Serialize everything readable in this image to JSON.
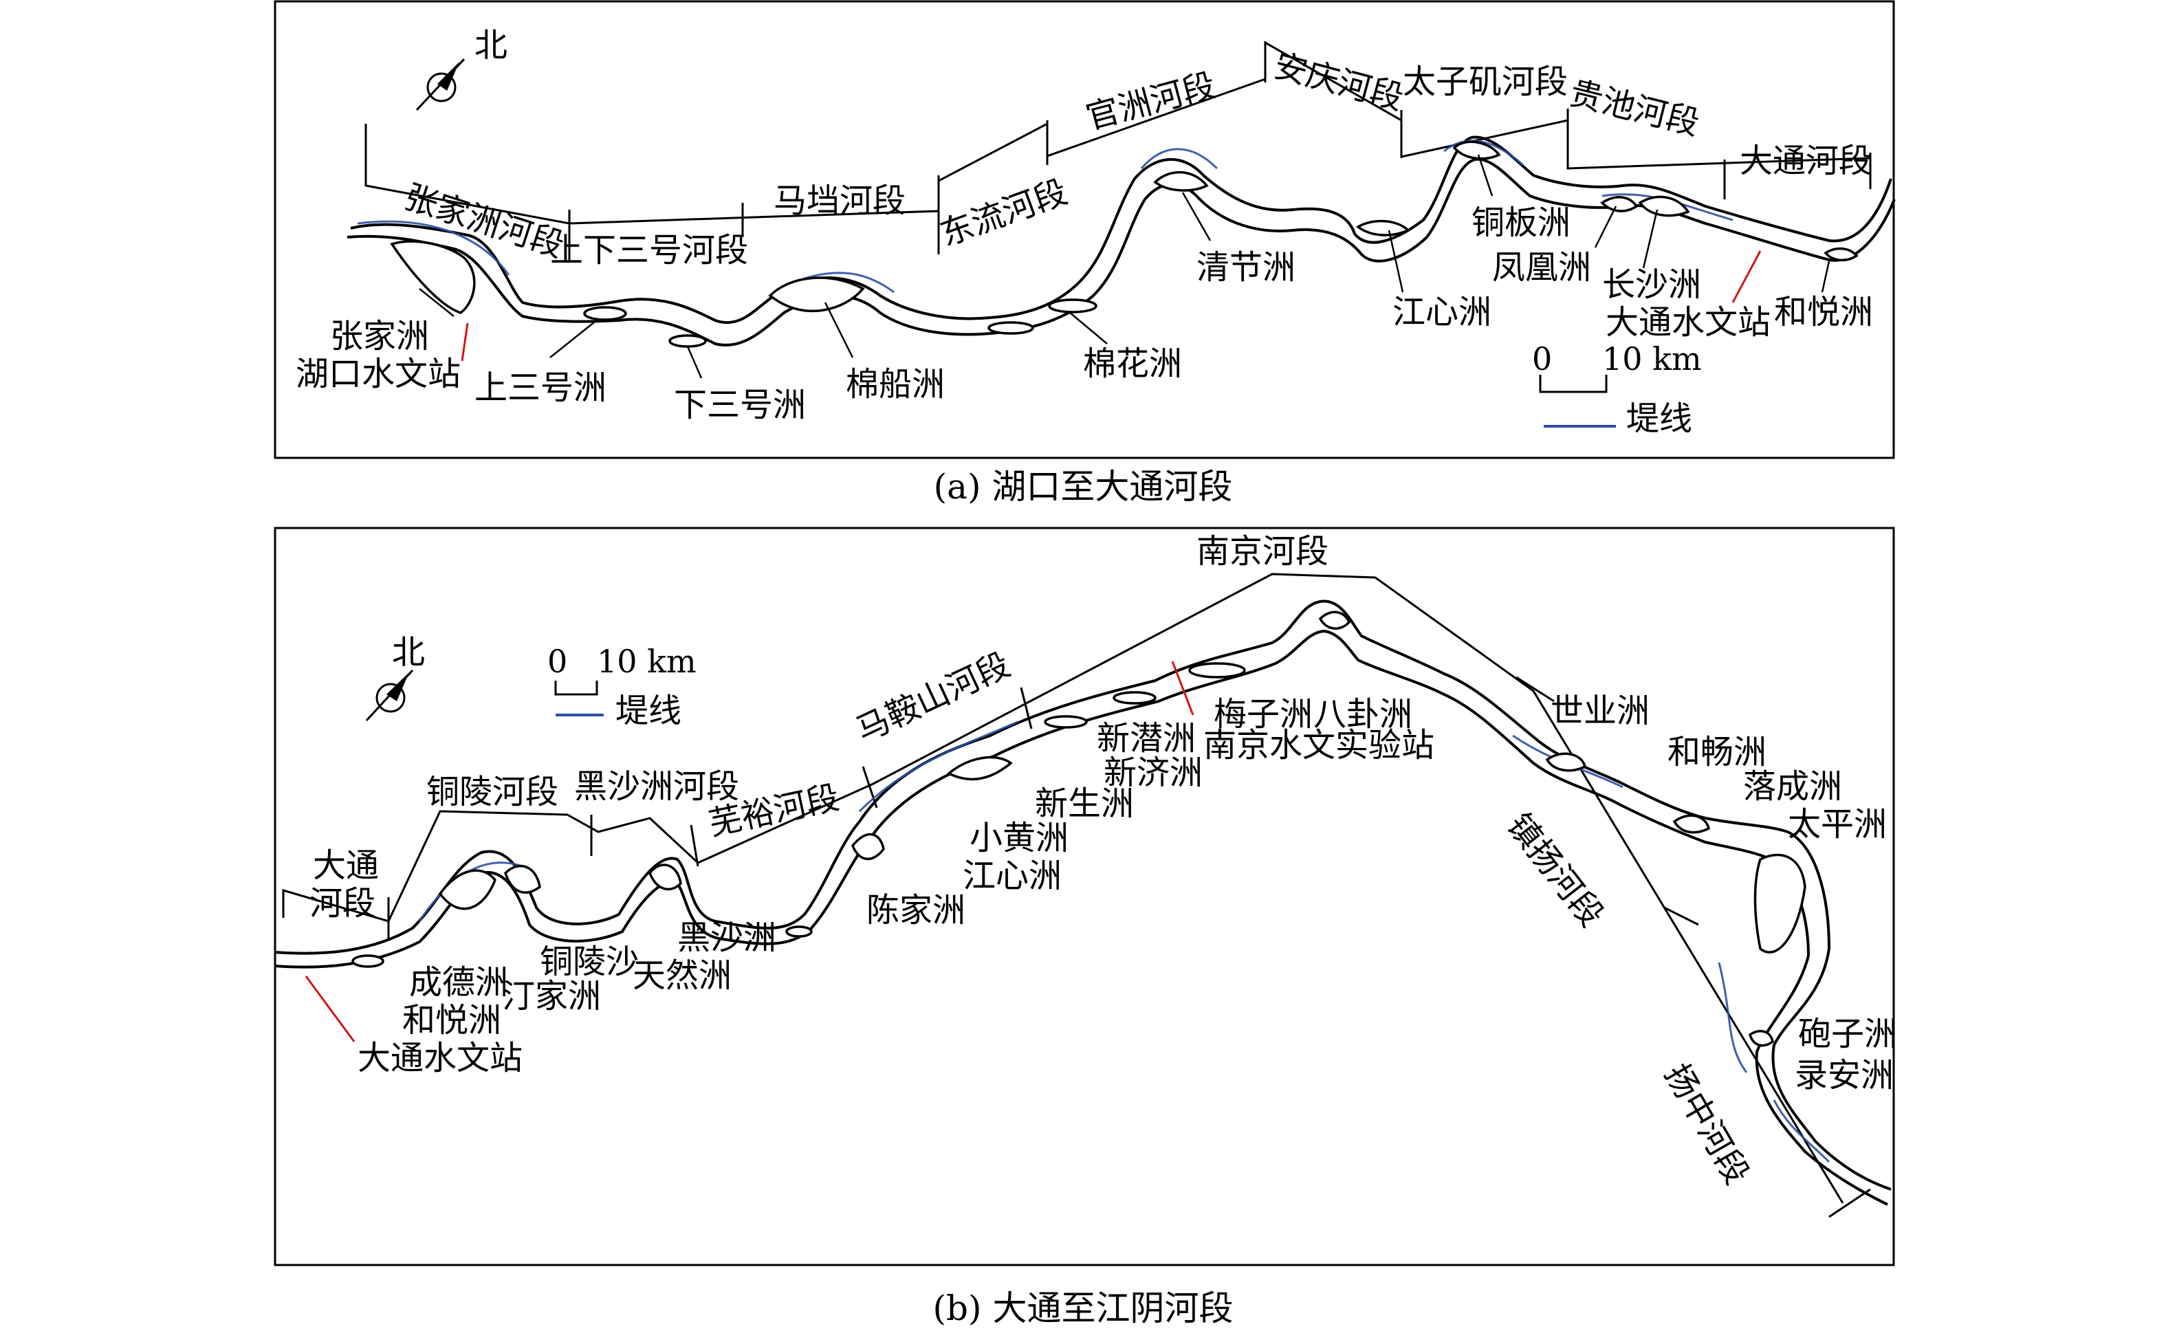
{
  "panel_a": {
    "caption": "(a) 湖口至大通河段",
    "north": "北",
    "reaches": [
      "张家洲河段",
      "上下三号河段",
      "马垱河段",
      "东流河段",
      "官洲河段",
      "安庆河段",
      "太子矶河段",
      "贵池河段",
      "大通河段"
    ],
    "islands": [
      "张家洲",
      "上三号洲",
      "下三号洲",
      "棉船洲",
      "棉花洲",
      "清节洲",
      "江心洲",
      "铜板洲",
      "凤凰洲",
      "长沙洲",
      "和悦洲"
    ],
    "stations": [
      "湖口水文站",
      "大通水文站"
    ],
    "scale": {
      "zero": "0",
      "length": "10 km"
    },
    "legend": {
      "levee": "堤线"
    }
  },
  "panel_b": {
    "caption": "(b) 大通至江阴河段",
    "north": "北",
    "reaches": [
      "大通",
      "河段",
      "铜陵河段",
      "黑沙洲河段",
      "芜裕河段",
      "马鞍山河段",
      "南京河段",
      "镇扬河段",
      "扬中河段"
    ],
    "islands": [
      "成德洲",
      "和悦洲",
      "汀家洲",
      "铜陵沙",
      "天然洲",
      "黑沙洲",
      "陈家洲",
      "江心洲",
      "小黄洲",
      "新生洲",
      "新济洲",
      "新潜洲",
      "梅子洲",
      "八卦洲",
      "世业洲",
      "和畅洲",
      "落成洲",
      "太平洲",
      "砲子洲",
      "录安洲"
    ],
    "stations": [
      "大通水文站",
      "南京水文实验站"
    ],
    "scale": {
      "zero": "0",
      "length": "10 km"
    },
    "legend": {
      "levee": "堤线"
    }
  },
  "colors": {
    "levee": "#2c4fa3",
    "station_marker": "#d3141c",
    "ink": "#000000"
  }
}
